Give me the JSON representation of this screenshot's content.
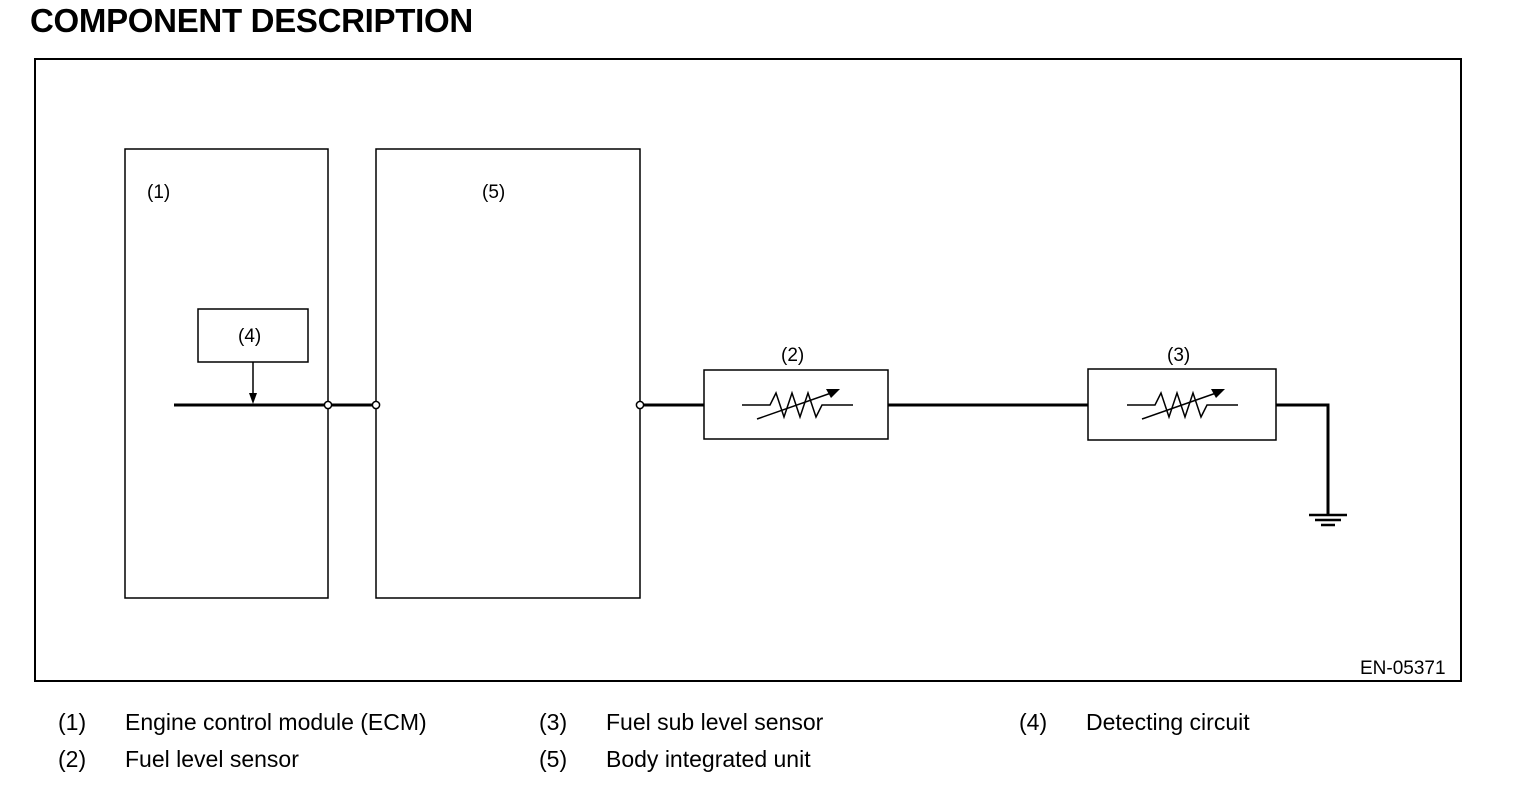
{
  "title": "COMPONENT DESCRIPTION",
  "diagram": {
    "labels": {
      "ecm": "(1)",
      "body_unit": "(5)",
      "detecting_circuit": "(4)",
      "fuel_level_sensor": "(2)",
      "fuel_sub_level_sensor": "(3)"
    },
    "code": "EN-05371"
  },
  "legend": [
    {
      "num": "(1)",
      "text": "Engine control module (ECM)"
    },
    {
      "num": "(3)",
      "text": "Fuel sub level sensor"
    },
    {
      "num": "(4)",
      "text": "Detecting circuit"
    },
    {
      "num": "(2)",
      "text": "Fuel level sensor"
    },
    {
      "num": "(5)",
      "text": "Body integrated unit"
    }
  ]
}
